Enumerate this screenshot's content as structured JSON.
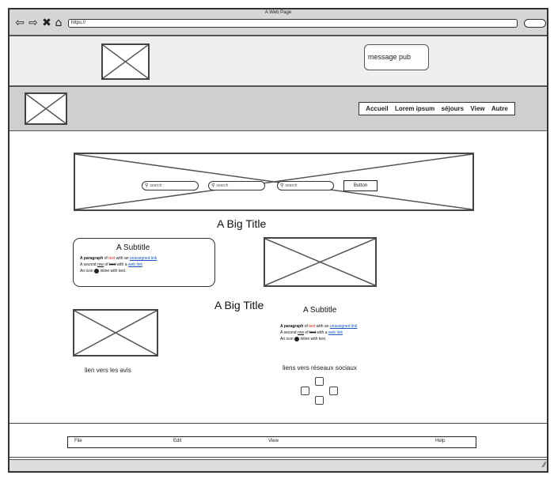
{
  "window": {
    "title": "A Web Page",
    "url": "https://"
  },
  "icons": {
    "back": "back-arrow-icon",
    "forward": "forward-arrow-icon",
    "close": "close-icon",
    "home": "home-icon",
    "search": "search-icon",
    "resize": "resize-grip-icon"
  },
  "ad_bar": {
    "message": "message pub"
  },
  "nav": {
    "items": [
      "Accueil",
      "Lorem ipsum",
      "séjours",
      "View",
      "Autre"
    ]
  },
  "hero": {
    "search_placeholders": [
      "search",
      "search",
      "search"
    ],
    "button_label": "Button"
  },
  "section1": {
    "title": "A Big Title",
    "card": {
      "subtitle": "A Subtitle",
      "line1": {
        "bold": "A paragraph",
        "t1": " of ",
        "red": "text",
        "t2": " with an ",
        "link": "unassigned link"
      },
      "line2": {
        "t1": "A second ",
        "ul": "row",
        "t2": " of ",
        "strike": "text",
        "t3": " with a ",
        "link": "web link"
      },
      "line3": {
        "t1": "An icon ",
        "t2": " inline with text."
      }
    }
  },
  "section2": {
    "title": "A Big Title",
    "subtitle": "A Subtitle",
    "line1": {
      "bold": "A paragraph",
      "t1": " of ",
      "red": "text",
      "t2": " with an ",
      "link": "unassigned link"
    },
    "line2": {
      "t1": "A second ",
      "ul": "row",
      "t2": " of ",
      "strike": "text",
      "t3": " with a ",
      "link": "web link"
    },
    "line3": {
      "t1": "An icon ",
      "t2": " inline with text."
    },
    "reviews_link": "lien vers les avis",
    "social_label": "liens vers réseaux sociaux"
  },
  "footer": {
    "menu": [
      "File",
      "Edit",
      "View",
      "Help"
    ]
  },
  "colors": {
    "link": "#1a55c0",
    "highlight_text": "#d22222",
    "chrome_gray": "#d6d6d6"
  }
}
